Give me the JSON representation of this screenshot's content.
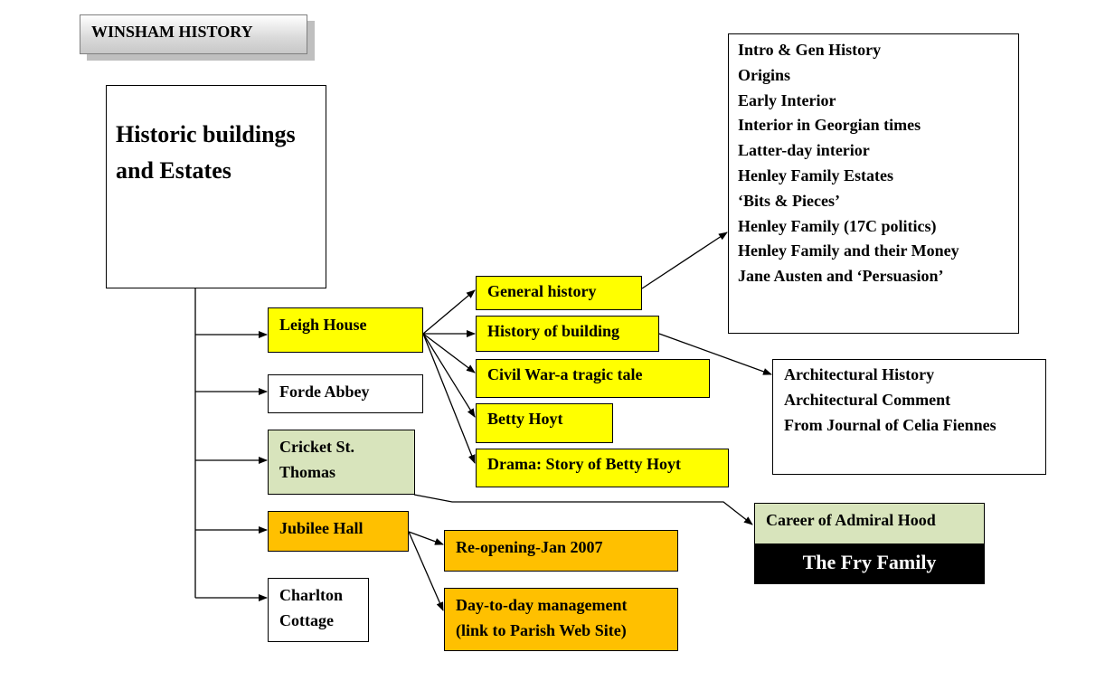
{
  "title": "WINSHAM HISTORY",
  "main_topic": "Historic buildings and Estates",
  "branches": {
    "leigh_house": "Leigh House",
    "forde_abbey": "Forde Abbey",
    "cricket_st_thomas": "Cricket St. Thomas",
    "jubilee_hall": "Jubilee Hall",
    "charlton_cottage": "Charlton Cottage"
  },
  "leigh_house_topics": {
    "general_history": "General history",
    "history_of_building": "History of building",
    "civil_war": "Civil War-a tragic tale",
    "betty_hoyt": "Betty Hoyt",
    "drama": "Drama: Story of Betty Hoyt"
  },
  "general_history_pages": [
    "Intro & Gen History",
    "Origins",
    "Early Interior",
    "Interior in Georgian times",
    "Latter-day interior",
    "Henley Family Estates",
    "‘Bits & Pieces’",
    "Henley Family (17C politics)",
    "Henley Family and their Money",
    "Jane Austen and ‘Persuasion’"
  ],
  "building_pages": [
    "Architectural History",
    "Architectural Comment",
    "From Journal of Celia Fiennes"
  ],
  "cricket_topics": {
    "admiral_hood": "Career of Admiral Hood",
    "fry_family": "The Fry Family"
  },
  "jubilee_topics": {
    "reopening": "Re-opening-Jan 2007",
    "management_line1": "Day-to-day management",
    "management_line2": "(link to Parish Web Site)"
  },
  "colors": {
    "leigh_house": "#ffff00",
    "jubilee_hall": "#ffc000",
    "cricket_st_thomas": "#d8e4bc",
    "fry_family": "#000000"
  }
}
